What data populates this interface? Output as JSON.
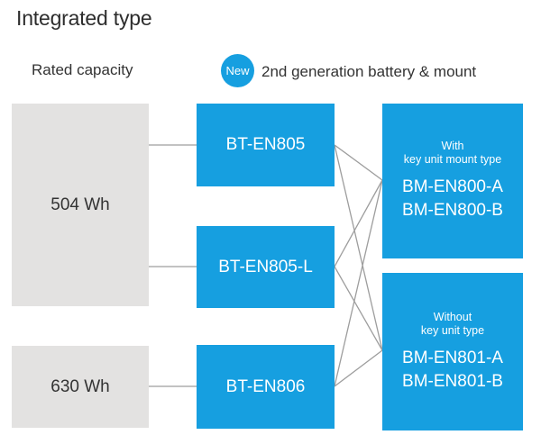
{
  "page": {
    "title": "Integrated type",
    "rated_capacity_heading": "Rated capacity",
    "new_badge_label": "New",
    "new_badge_caption": "2nd generation battery & mount"
  },
  "capacities": [
    {
      "label": "504 Wh"
    },
    {
      "label": "630 Wh"
    }
  ],
  "batteries": [
    {
      "label": "BT-EN805"
    },
    {
      "label": "BT-EN805-L"
    },
    {
      "label": "BT-EN806"
    }
  ],
  "mounts": [
    {
      "type_line1": "With",
      "type_line2": "key unit mount type",
      "models": [
        "BM-EN800-A",
        "BM-EN800-B"
      ]
    },
    {
      "type_line1": "Without",
      "type_line2": "key unit type",
      "models": [
        "BM-EN801-A",
        "BM-EN801-B"
      ]
    }
  ],
  "connections": {
    "capacity_to_battery": [
      [
        "504 Wh",
        "BT-EN805"
      ],
      [
        "504 Wh",
        "BT-EN805-L"
      ],
      [
        "630 Wh",
        "BT-EN806"
      ]
    ],
    "battery_to_mount": [
      [
        "BT-EN805",
        "BM-EN800-A/B"
      ],
      [
        "BT-EN805",
        "BM-EN801-A/B"
      ],
      [
        "BT-EN805-L",
        "BM-EN800-A/B"
      ],
      [
        "BT-EN805-L",
        "BM-EN801-A/B"
      ],
      [
        "BT-EN806",
        "BM-EN800-A/B"
      ],
      [
        "BT-EN806",
        "BM-EN801-A/B"
      ]
    ]
  },
  "colors": {
    "accent_blue": "#169fe0",
    "box_gray": "#e3e2e1",
    "connector_gray": "#9d9d9d",
    "text_dark": "#2d2d2d"
  }
}
